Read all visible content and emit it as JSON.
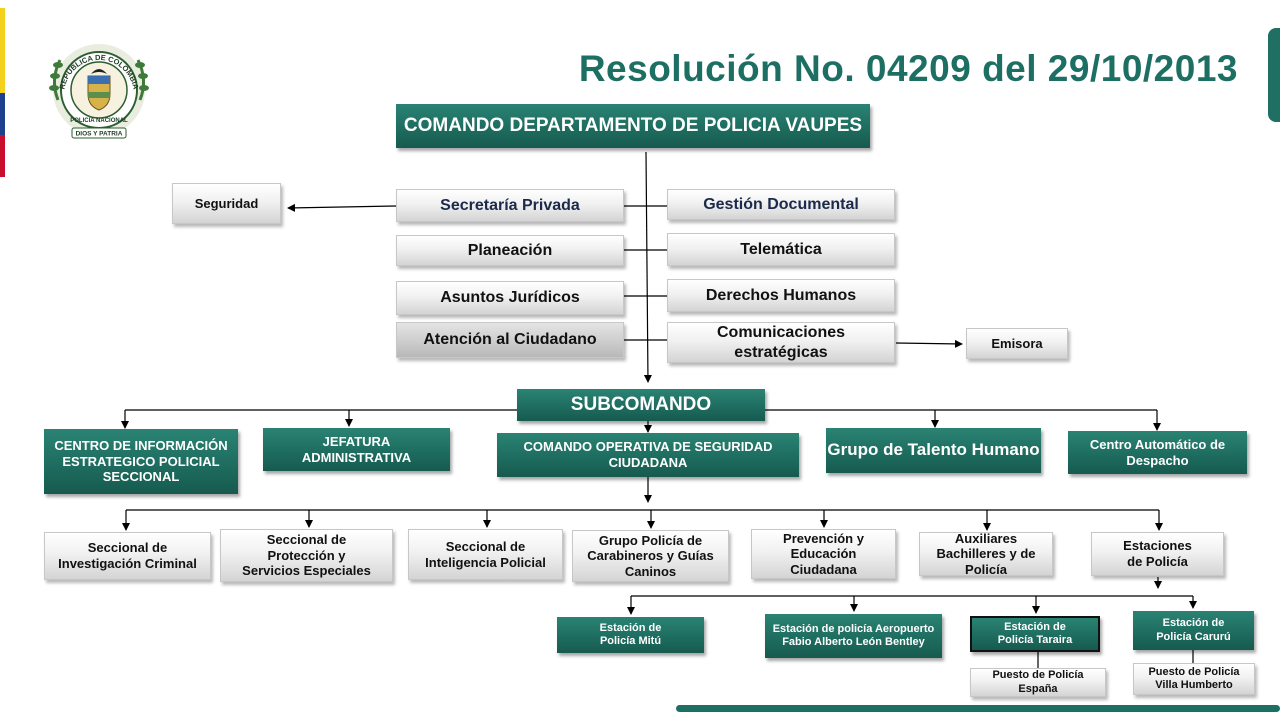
{
  "title": "Resolución No. 04209 del 29/10/2013",
  "colors": {
    "title": "#1e6f63",
    "teal_box": "#1d6b5e",
    "gray_box": "#e6e6e6",
    "flag": [
      "#f4d11f",
      "#1f3f8f",
      "#c8102e"
    ]
  },
  "logo": {
    "ring_text": "REPUBLICA DE COLOMBIA",
    "inner_text": "POLICIA NACIONAL",
    "banner": "DIOS Y PATRIA"
  },
  "nodes": {
    "root": "COMANDO DEPARTAMENTO DE POLICIA VAUPES",
    "seguridad": "Seguridad",
    "secretaria": "Secretaría Privada",
    "gestion": "Gestión Documental",
    "planeacion": "Planeación",
    "telematica": "Telemática",
    "juridicos": "Asuntos Jurídicos",
    "ddhh": "Derechos Humanos",
    "atencion": "Atención al Ciudadano",
    "comunicaciones": "Comunicaciones estratégicas",
    "emisora": "Emisora",
    "subcomando": "SUBCOMANDO",
    "cie": "CENTRO DE INFORMACIÓN ESTRATEGICO POLICIAL SECCIONAL",
    "jefatura": "JEFATURA ADMINISTRATIVA",
    "coseg": "COMANDO OPERATIVA DE SEGURIDAD CIUDADANA",
    "talento": "Grupo de Talento Humano",
    "centro_auto": "Centro Automático de Despacho",
    "sijin": "Seccional de Investigación Criminal",
    "sepro": "Seccional de Protección y Servicios Especiales",
    "sipol": "Seccional de Inteligencia Policial",
    "carabineros": "Grupo Policía de Carabineros y Guías Caninos",
    "prevencion": "Prevención y Educación Ciudadana",
    "auxiliares": "Auxiliares Bachilleres y de Policía",
    "estaciones": "Estaciones de Policía",
    "mitu": "Estación de Policía Mitú",
    "aeropuerto": "Estación de policía Aeropuerto Fabio Alberto León Bentley",
    "taraira": "Estación de Policía Taraira",
    "caruru": "Estación de Policía Carurú",
    "espana": "Puesto de Policía España",
    "villa": "Puesto de Policía Villa Humberto"
  }
}
